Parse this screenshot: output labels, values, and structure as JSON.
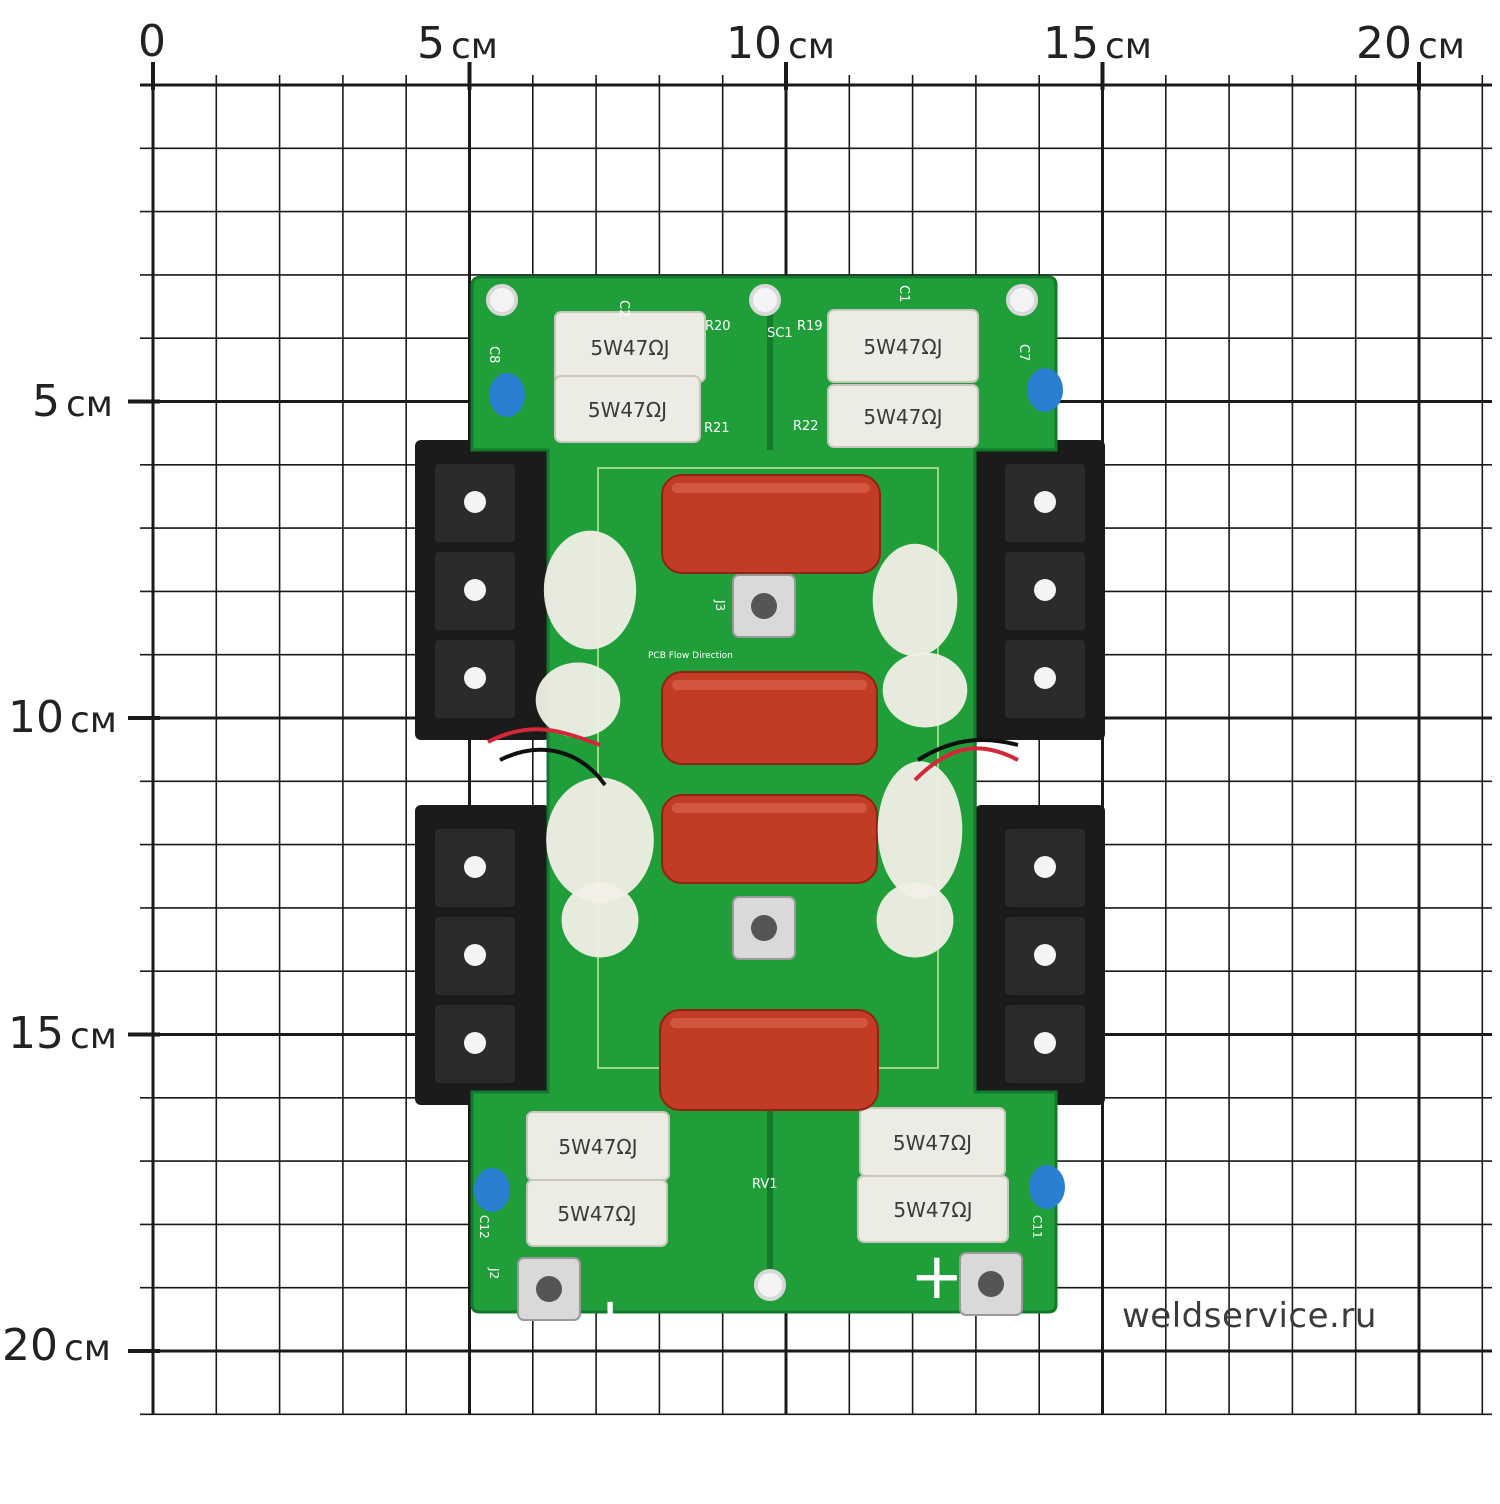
{
  "ruler": {
    "unit": "см",
    "top": [
      {
        "num": "0",
        "unit": ""
      },
      {
        "num": "5",
        "unit": "см"
      },
      {
        "num": "10",
        "unit": "см"
      },
      {
        "num": "15",
        "unit": "см"
      },
      {
        "num": "20",
        "unit": "см"
      }
    ],
    "left": [
      {
        "num": "5",
        "unit": "см"
      },
      {
        "num": "10",
        "unit": "см"
      },
      {
        "num": "15",
        "unit": "см"
      },
      {
        "num": "20",
        "unit": "см"
      }
    ]
  },
  "watermark": "weldservice.ru",
  "colors": {
    "pcb": "#1f9e3a",
    "pcb_dark": "#127a2a",
    "grid": "#1a1a1a",
    "capacitor": "#c23b25",
    "resistor": "#ecebe4",
    "terminal": "#1b1b1b",
    "silicone": "#f2efe6",
    "blue_cap": "#2a7fd1"
  },
  "board": {
    "top_labels": [
      "C2",
      "C1",
      "R20",
      "SC1",
      "R19",
      "R21",
      "R22",
      "C8",
      "C7"
    ],
    "middle_labels": [
      "J3",
      "PCB Flow Direction"
    ],
    "bottom_labels": [
      "RV1",
      "J2",
      "C12",
      "C11"
    ],
    "resistor_marking_top": "5W47ΩJ",
    "resistor_marking_bottom": "5W47ΩJ",
    "polarity_minus": "−",
    "polarity_plus": "+"
  }
}
